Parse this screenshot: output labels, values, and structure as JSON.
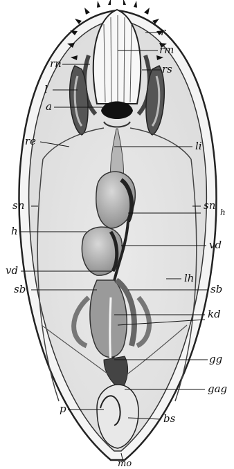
{
  "figure": {
    "labels": {
      "r": "r",
      "rm": "rm",
      "rn": "rn",
      "rs": "rs",
      "l": "l",
      "a": "a",
      "re": "re",
      "li": "li",
      "sn_left": "sn",
      "sn_right": "sn",
      "h_sub": "h",
      "h": "h",
      "vd_right": "vd",
      "lh": "lh",
      "vd_left": "vd",
      "sb_left": "sb",
      "sb_right": "sb",
      "kd": "kd",
      "gg": "gg",
      "gag": "gag",
      "p": "p",
      "bs": "bs",
      "mo": "mo"
    }
  }
}
